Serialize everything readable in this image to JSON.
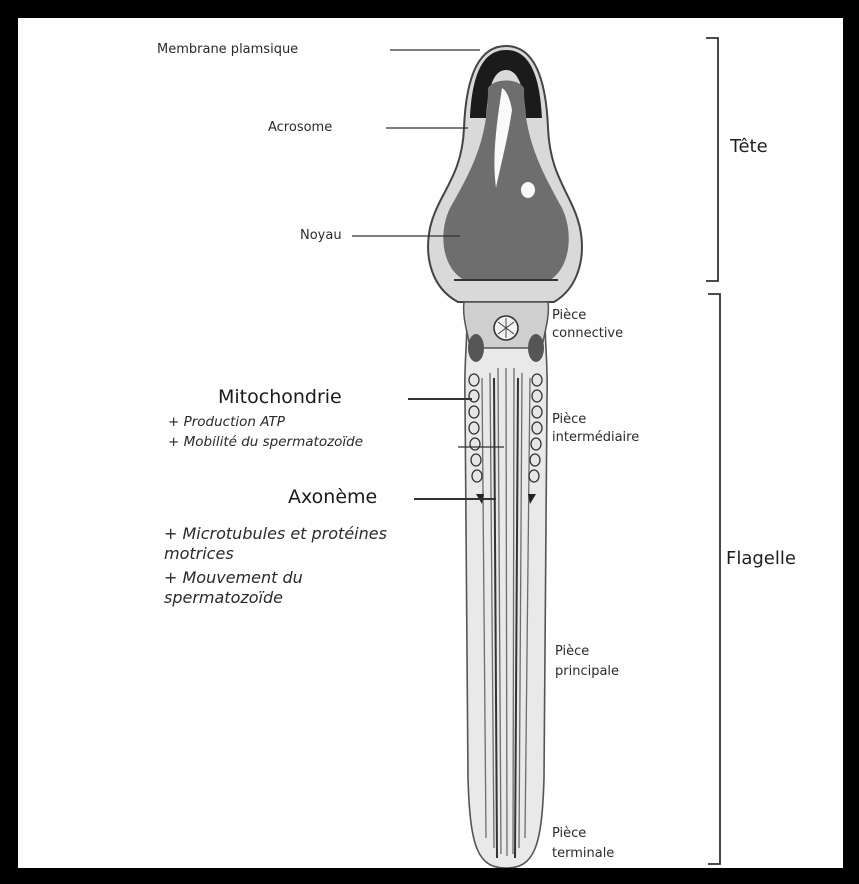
{
  "labels": {
    "membrane": "Membrane plamsique",
    "acrosome": "Acrosome",
    "noyau": "Noyau",
    "mitochondrie": "Mitochondrie",
    "mito_notes": [
      "+ Production ATP",
      "+ Mobilité du spermatozoïde"
    ],
    "axoneme": "Axonème",
    "axo_notes": [
      "+ Microtubules et protéines",
      "motrices",
      "+ Mouvement du",
      "spermatozoïde"
    ],
    "piece_connective": [
      "Pièce",
      "connective"
    ],
    "piece_intermediaire": [
      "Pièce",
      "intermédiaire"
    ],
    "piece_principale": [
      "Pièce",
      "principale"
    ],
    "piece_terminale": [
      "Pièce",
      "terminale"
    ],
    "tete": "Tête",
    "flagelle": "Flagelle"
  }
}
